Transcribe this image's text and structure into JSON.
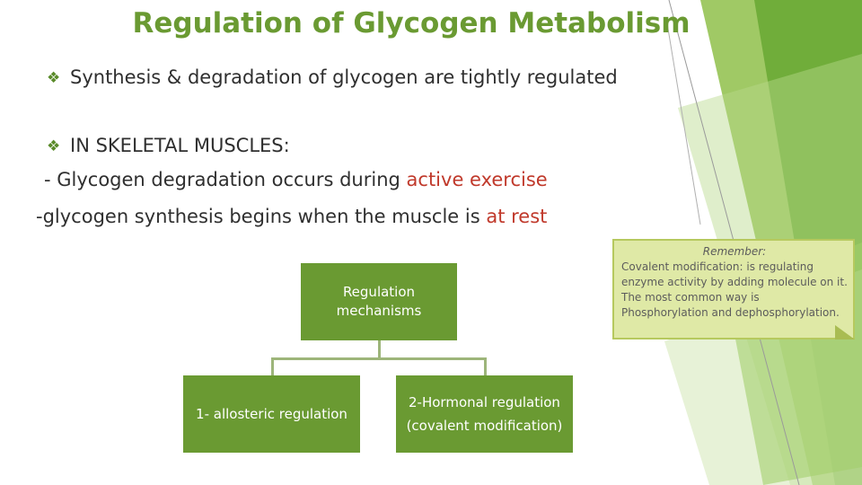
{
  "slide": {
    "title": "Regulation of Glycogen Metabolism",
    "bullets": [
      {
        "marker": "❖",
        "text": "Synthesis & degradation of glycogen are tightly regulated"
      },
      {
        "marker": "❖",
        "text": "IN SKELETAL MUSCLES:"
      }
    ],
    "lines": [
      {
        "text": "- Glycogen degradation occurs during ",
        "highlight": "active exercise"
      },
      {
        "text": "-glycogen synthesis begins when the muscle is ",
        "highlight": "at rest"
      }
    ],
    "diagram": {
      "root": {
        "line1": "Regulation",
        "line2": "mechanisms"
      },
      "left": "1- allosteric regulation",
      "right": {
        "line1": "2-Hormonal regulation",
        "line2": "(covalent modification)"
      }
    },
    "note": {
      "heading": "Remember:",
      "body": "Covalent modification: is regulating enzyme activity by adding molecule on it. The most common way is Phosphorylation and dephosphorylation."
    },
    "colors": {
      "accent": "#6a9a32",
      "highlight": "#c0392b",
      "note_bg": "#dfe9a6"
    }
  }
}
